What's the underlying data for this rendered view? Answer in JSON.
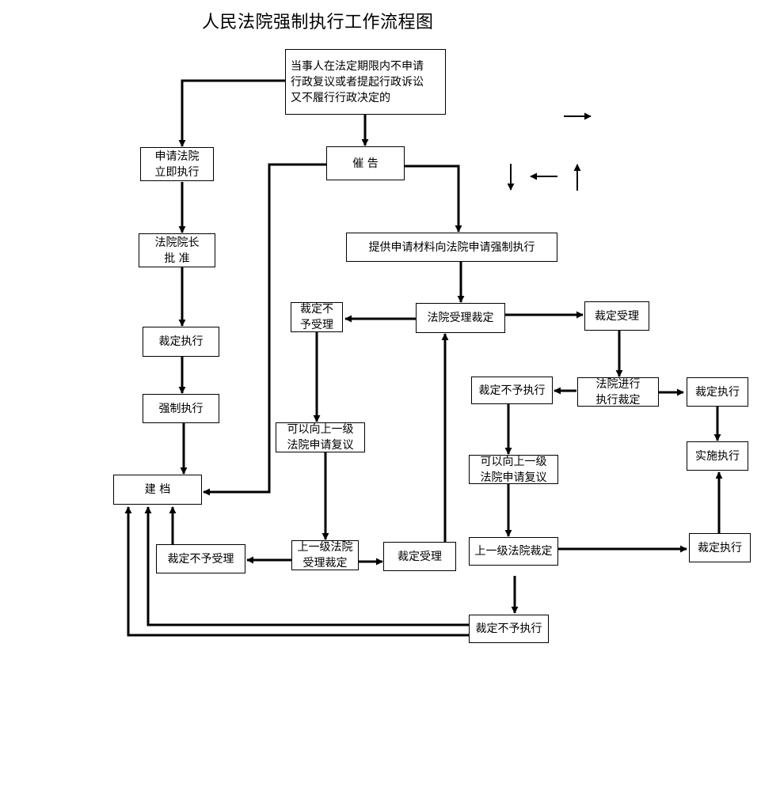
{
  "title": "人民法院强制执行工作流程图",
  "nodes": {
    "start": "当事人在法定期限内不申请\n行政复议或者提起行政诉讼\n又不履行行政决定的",
    "apply_court": "申请法院\n立即执行",
    "president": "法院院长\n批  准",
    "ruling_exec_left": "裁定执行",
    "force_exec": "强制执行",
    "archive": "建      档",
    "notice": "催      告",
    "submit": "提供申请材料向法院申请强制执行",
    "court_accept_ruling": "法院受理裁定",
    "reject_accept": "裁定不\n予受理",
    "accept": "裁定受理",
    "review1": "可以向上一级\n法院申请复议",
    "upper_accept_ruling": "上一级法院\n受理裁定",
    "reject_accept_bottom": "裁定不予受理",
    "accept_bottom": "裁定受理",
    "court_exec_ruling": "法院进行\n执行裁定",
    "no_exec": "裁定不予执行",
    "exec_right": "裁定执行",
    "implement": "实施执行",
    "review2": "可以向上一级\n法院申请复议",
    "upper_ruling": "上一级法院裁定",
    "exec_bottom_right": "裁定执行",
    "no_exec_bottom": "裁定不予执行"
  }
}
